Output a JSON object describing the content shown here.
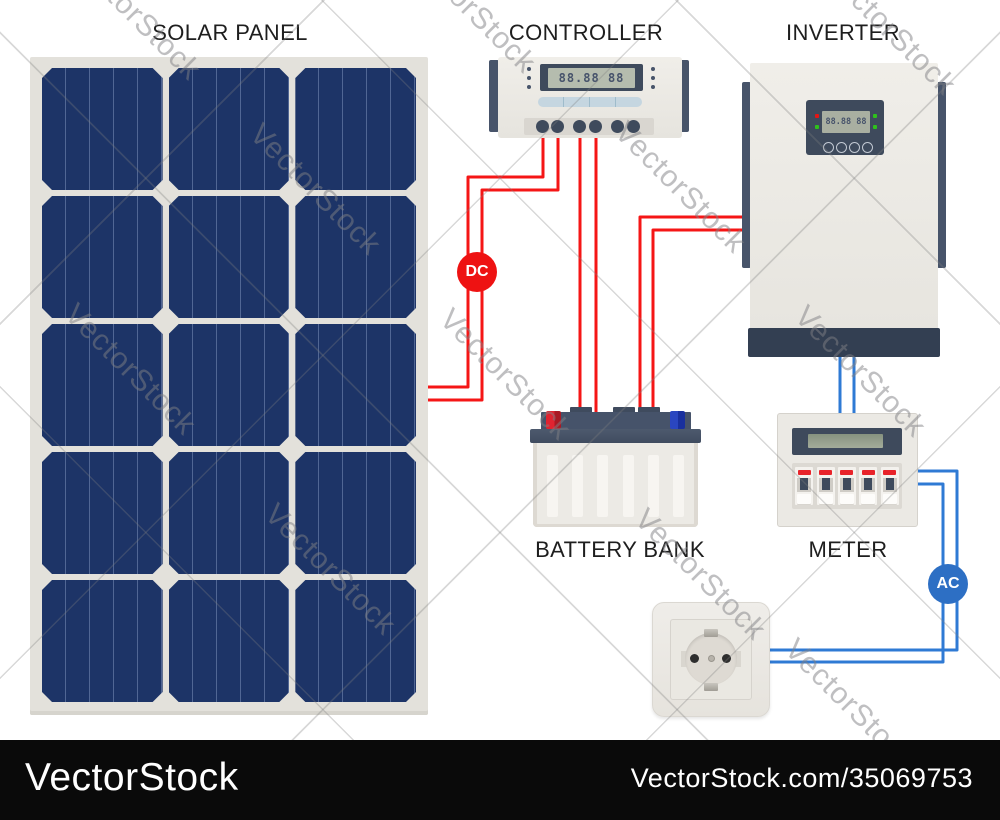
{
  "diagram": {
    "labels": {
      "solar_panel": "SOLAR PANEL",
      "controller": "CONTROLLER",
      "inverter": "INVERTER",
      "battery_bank": "BATTERY BANK",
      "meter": "METER"
    },
    "badges": {
      "dc": "DC",
      "ac": "AC"
    },
    "displays": {
      "controller_lcd": "88.88 88",
      "inverter_lcd": "88.88 88"
    },
    "solar_panel": {
      "rows": 5,
      "cols": 3
    },
    "meter": {
      "breaker_count": 5
    },
    "connections": [
      {
        "from": "solar-panel",
        "to": "controller",
        "current": "DC"
      },
      {
        "from": "controller",
        "to": "battery-bank",
        "current": "DC"
      },
      {
        "from": "battery-bank",
        "to": "inverter",
        "current": "DC"
      },
      {
        "from": "inverter",
        "to": "meter",
        "current": "AC"
      },
      {
        "from": "meter",
        "to": "wall-outlet",
        "current": "AC"
      }
    ]
  },
  "colors": {
    "wire_dc": "#f51616",
    "wire_ac": "#2f7ad4",
    "dc_badge": "#ee1212",
    "ac_badge": "#2d6fc4",
    "panel_cell": "#1d3467",
    "device_body": "#e9e7e2",
    "device_dark": "#3e4a5c"
  },
  "watermark": {
    "text": "VectorStock"
  },
  "footer": {
    "brand": "VectorStock",
    "item_ref": "VectorStock.com/35069753"
  }
}
